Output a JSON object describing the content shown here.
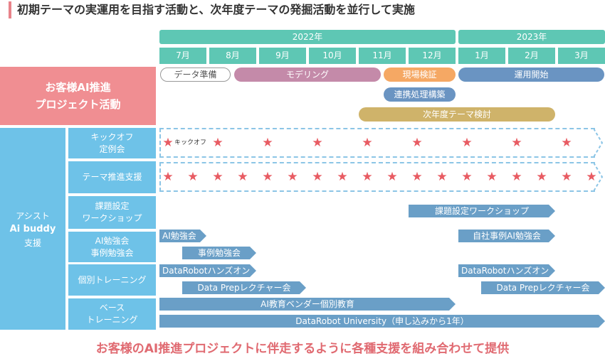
{
  "title": "初期テーマの実運用を目指す活動と、次年度テーマの発掘活動を並行して実施",
  "years": [
    "2022年",
    "2023年"
  ],
  "months": [
    "7月",
    "8月",
    "9月",
    "10月",
    "11月",
    "12月",
    "1月",
    "2月",
    "3月"
  ],
  "project_label": "お客様AI推進\nプロジェクト活動",
  "project_bars": {
    "data_prep": "データ準備",
    "modeling": "モデリング",
    "field_verify": "現場検証",
    "ops_start": "運用開始",
    "integration": "連携処理構築",
    "next_theme": "次年度テーマ検討"
  },
  "assist_label": "アシスト",
  "assist_brand": "Ai buddy",
  "assist_sub": "支援",
  "categories": {
    "kickoff": "キックオフ\n定例会",
    "theme": "テーマ推進支援",
    "workshop": "課題設定\nワークショップ",
    "study": "AI勉強会\n事例勉強会",
    "training": "個別トレーニング",
    "base": "ベース\nトレーニング"
  },
  "kickoff_star_label": "キックオフ",
  "arrows": {
    "workshop": "課題設定ワークショップ",
    "ai_study": "AI勉強会",
    "case_study": "事例勉強会",
    "in_house_study": "自社事例AI勉強会",
    "dr_handson_1": "DataRobotハンズオン",
    "dr_handson_2": "DataRobotハンズオン",
    "data_prep_lecture_1": "Data Prepレクチャー会",
    "data_prep_lecture_2": "Data Prepレクチャー会",
    "vendor": "AI教育ベンダー個別教育",
    "university": "DataRobot University（申し込みから1年）"
  },
  "footer": "お客様のAI推進プロジェクトに伴走するように各種支援を組み合わせて提供",
  "colors": {
    "teal": "#5ec7b4",
    "pink": "#f08e92",
    "blue": "#6ec2e8",
    "steel": "#6a9fc7",
    "mauve": "#c48aa9",
    "orange": "#f5a864",
    "slate": "#6a94c2",
    "gold": "#cfb36a",
    "star": "#e85b62"
  }
}
